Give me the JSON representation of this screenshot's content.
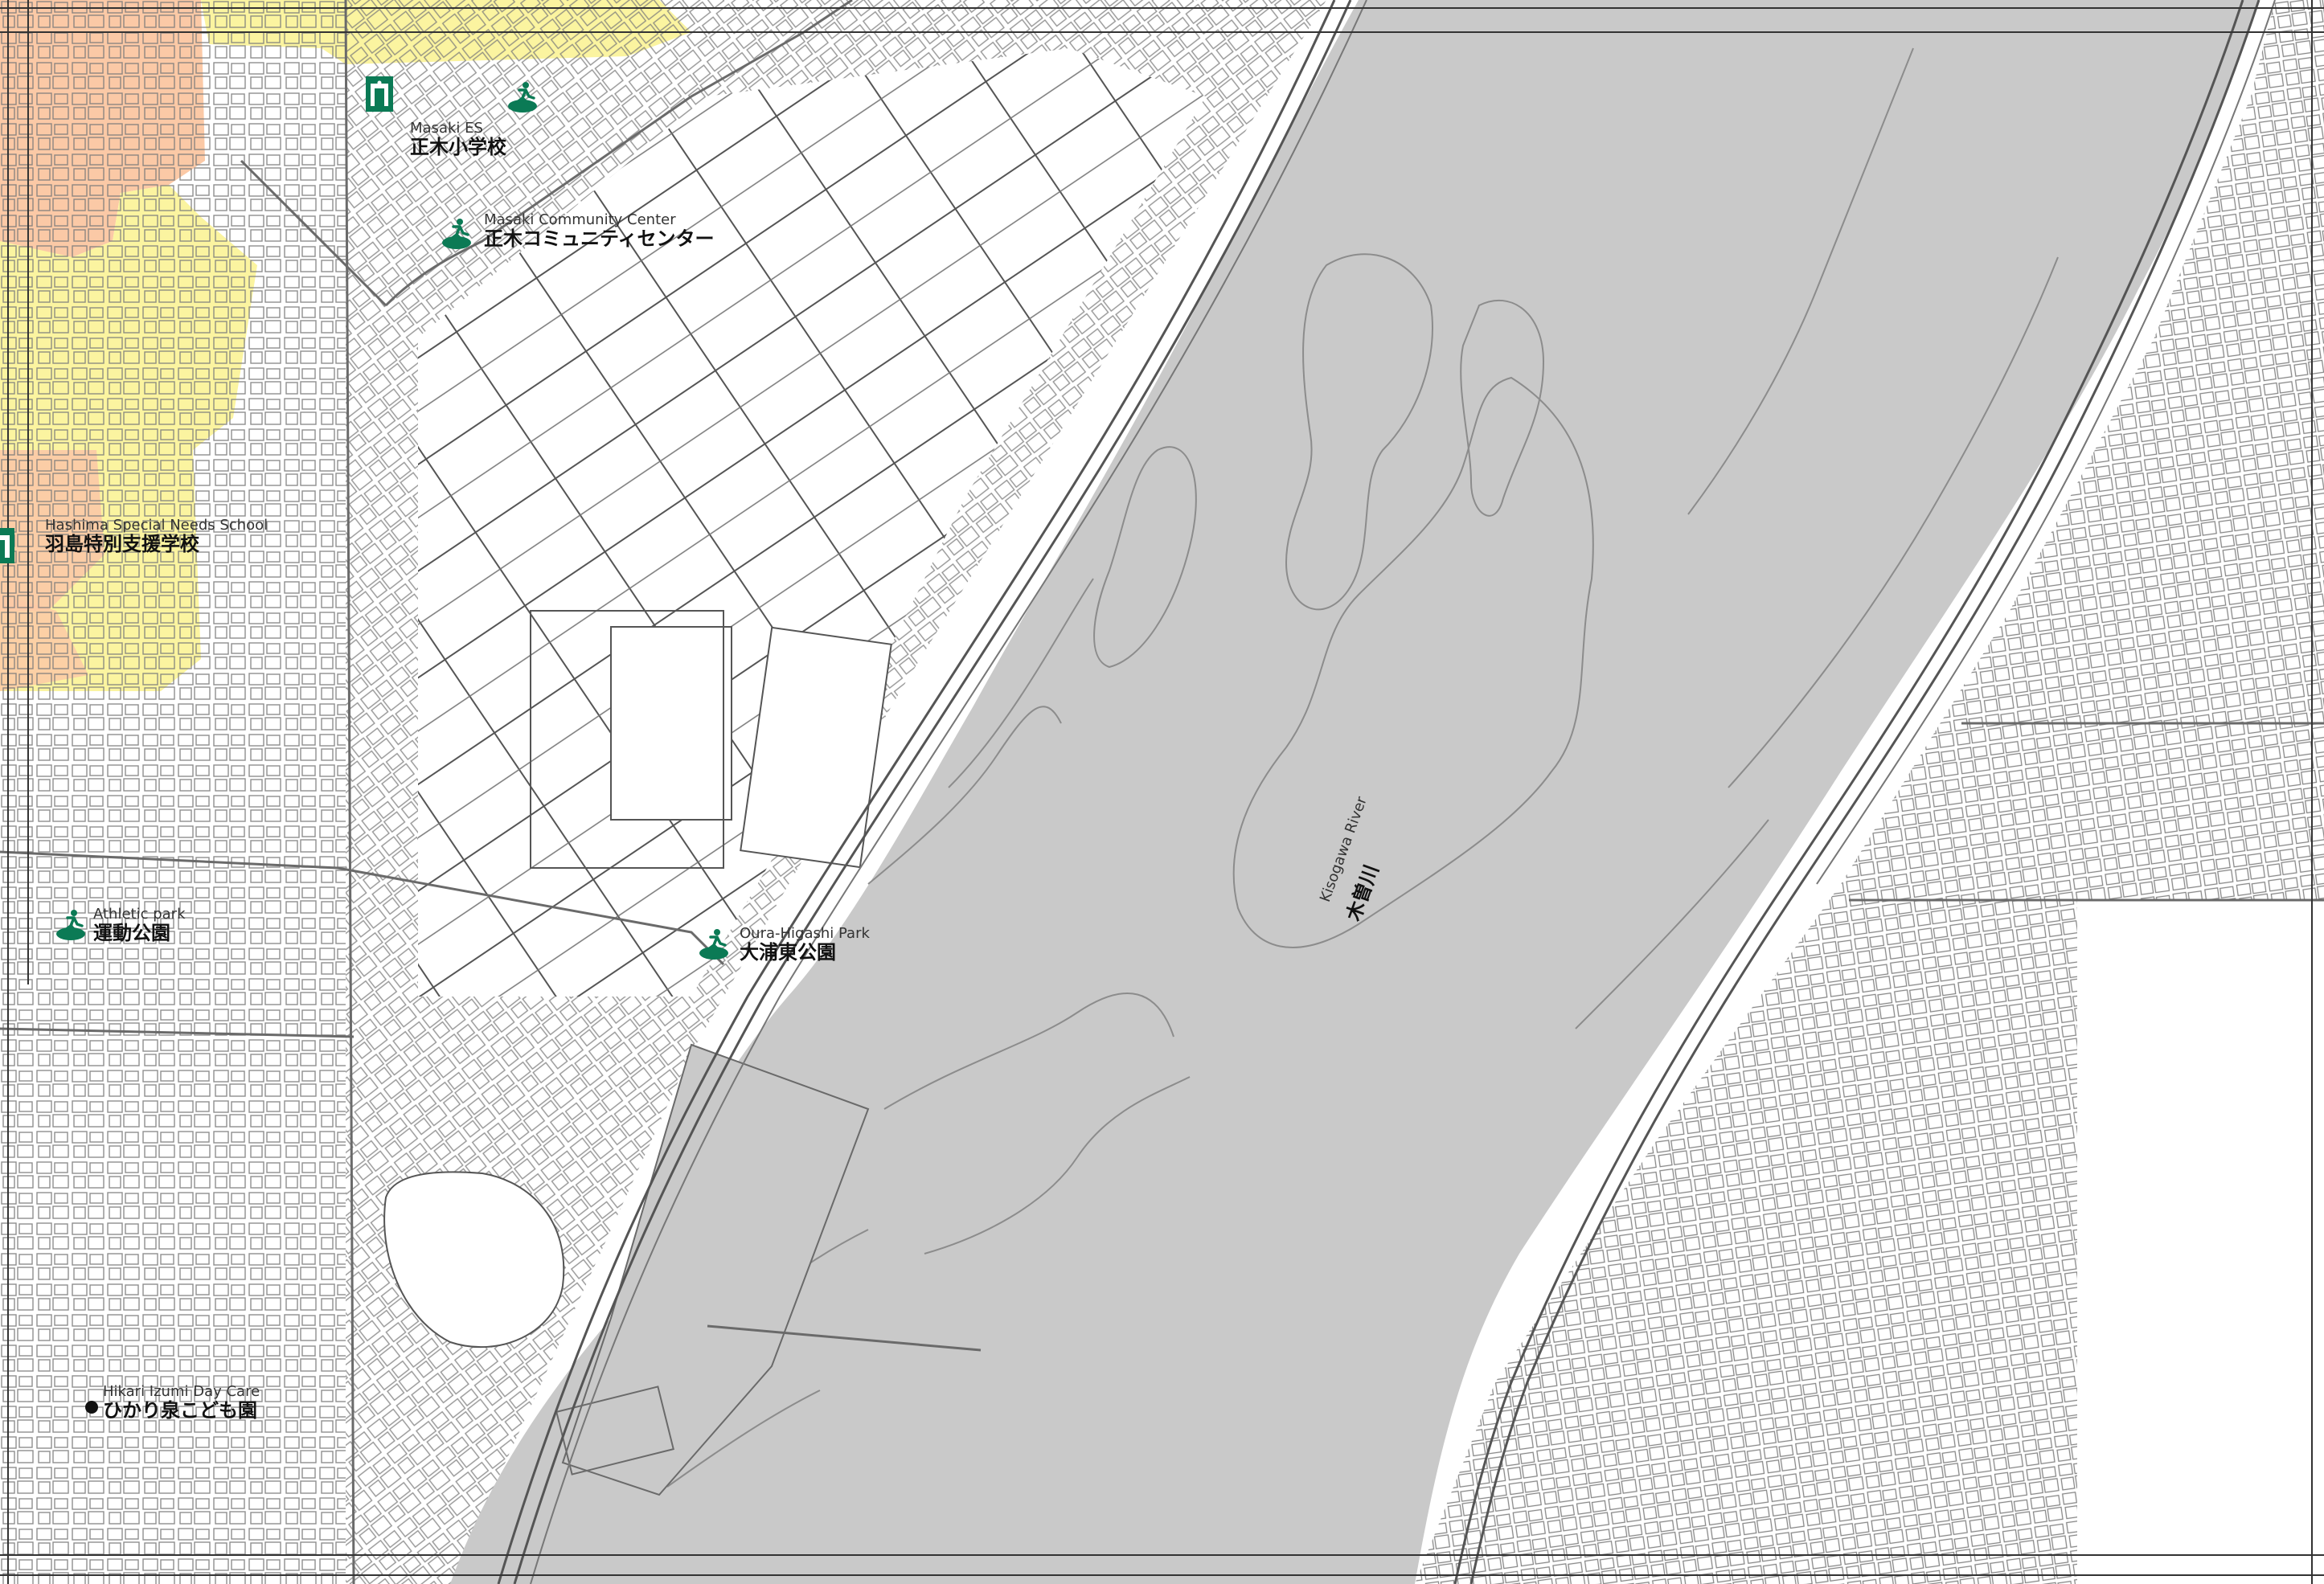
{
  "map": {
    "colors": {
      "river": "#c9c9c9",
      "residential_orange": "#fbc9a6",
      "residential_yellow": "#fbf4a0",
      "road_line": "#8a8a8a",
      "building_line": "#6f6f6f",
      "poi_green": "#0b7a55",
      "frame": "#333333"
    },
    "labels": {
      "school_en": "Masaki ES",
      "school_ja": "正木小学校",
      "community_en": "Masaki  Community Center",
      "community_ja": "正木コミュニティセンター",
      "special_en": "Hashima Special Needs School",
      "special_ja": "羽島特別支援学校",
      "athletic_en": "Athletic park",
      "athletic_ja": "運動公園",
      "oura_en": "Oura-Higashi Park",
      "oura_ja": "大浦東公園",
      "daycare_en": "Hikari Izumi Day Care",
      "daycare_ja": "ひかり泉こども園",
      "river_en": "Kisogawa River",
      "river_ja": "木曽川"
    },
    "icons": {
      "school": "school-building-icon",
      "park": "park-runner-icon",
      "daycare": "daycare-dot-icon"
    }
  }
}
